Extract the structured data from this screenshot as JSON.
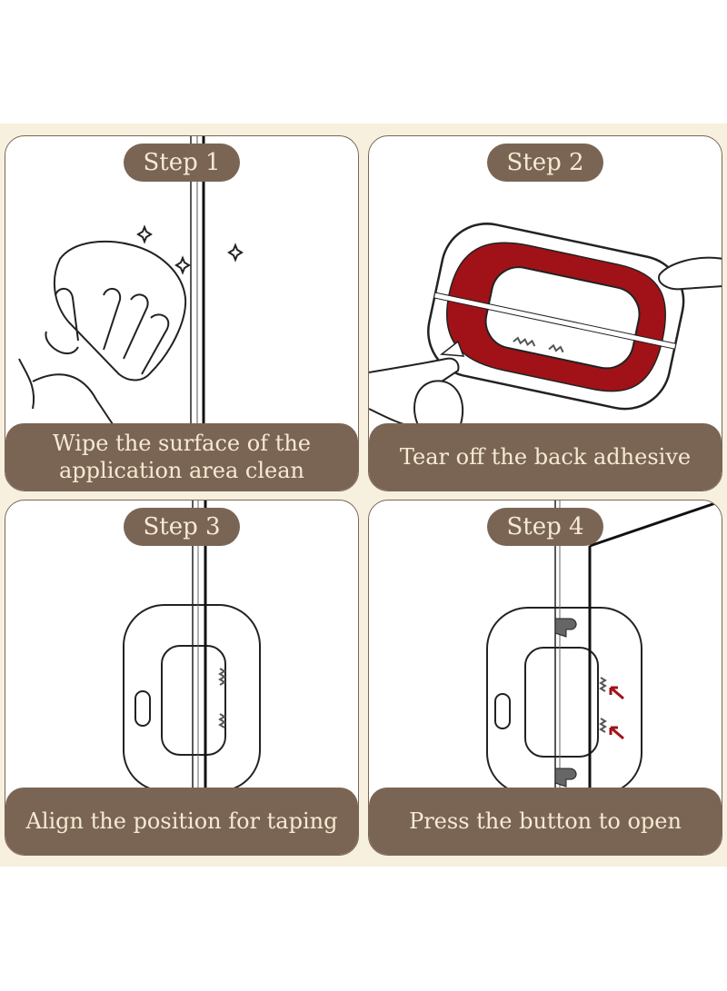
{
  "steps": [
    {
      "label": "Step 1",
      "caption": "Wipe the surface of the application area clean"
    },
    {
      "label": "Step 2",
      "caption": "Tear off the back adhesive"
    },
    {
      "label": "Step 3",
      "caption": "Align the position for taping"
    },
    {
      "label": "Step 4",
      "caption": "Press the button to open"
    }
  ],
  "colors": {
    "background": "#f7f0de",
    "label_fill": "#7a6555",
    "label_text": "#f6ead2",
    "adhesive": "#a01217",
    "arrow": "#a01217"
  }
}
